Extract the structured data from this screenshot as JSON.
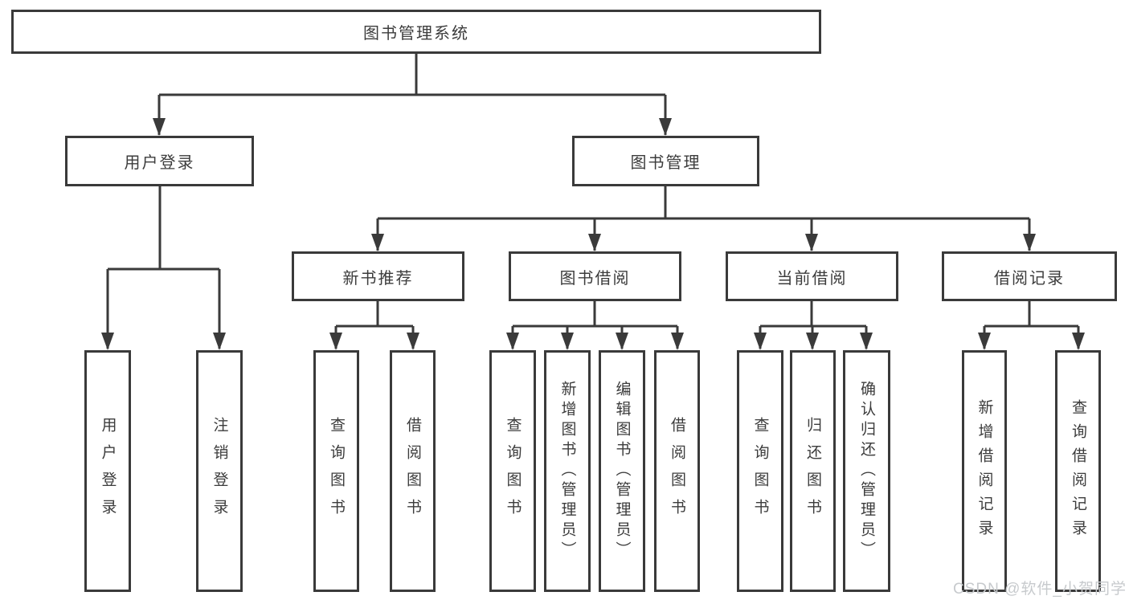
{
  "diagram": {
    "root": {
      "label": "图书管理系统"
    },
    "branches": [
      {
        "label": "用户登录",
        "children": [
          {
            "label": "用户登录"
          },
          {
            "label": "注销登录"
          }
        ]
      },
      {
        "label": "图书管理",
        "children": [
          {
            "label": "新书推荐",
            "children": [
              {
                "label": "查询图书"
              },
              {
                "label": "借阅图书"
              }
            ]
          },
          {
            "label": "图书借阅",
            "children": [
              {
                "label": "查询图书"
              },
              {
                "label": "新增图书（管理员）"
              },
              {
                "label": "编辑图书（管理员）"
              },
              {
                "label": "借阅图书"
              }
            ]
          },
          {
            "label": "当前借阅",
            "children": [
              {
                "label": "查询图书"
              },
              {
                "label": "归还图书"
              },
              {
                "label": "确认归还（管理员）"
              }
            ]
          },
          {
            "label": "借阅记录",
            "children": [
              {
                "label": "新增借阅记录"
              },
              {
                "label": "查询借阅记录"
              }
            ]
          }
        ]
      }
    ]
  },
  "watermark": {
    "text": "CSDN @软件_小贺同学"
  },
  "colors": {
    "line": "#3a3a3a",
    "text": "#3c3c3c",
    "watermark": "#c7cacd",
    "background": "#ffffff"
  }
}
